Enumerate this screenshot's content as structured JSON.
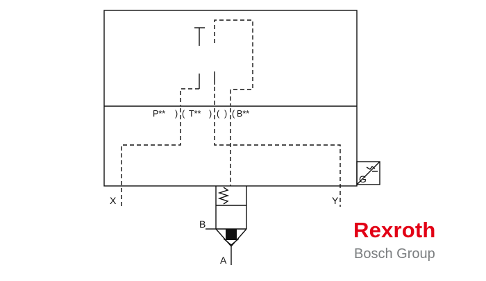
{
  "diagram": {
    "ports_row": [
      "P**",
      ")",
      "(",
      "T**",
      ")",
      "(",
      ")",
      "(",
      "B**"
    ],
    "top_label": "T",
    "pilot_x": "X",
    "pilot_y": "Y",
    "port_b": "B",
    "port_a": "A",
    "sensor": "G"
  },
  "logo": {
    "brand": "Rexroth",
    "group": "Bosch Group"
  },
  "colors": {
    "line": "#111111",
    "brand_red": "#e20015",
    "brand_grey": "#7b7e80"
  }
}
